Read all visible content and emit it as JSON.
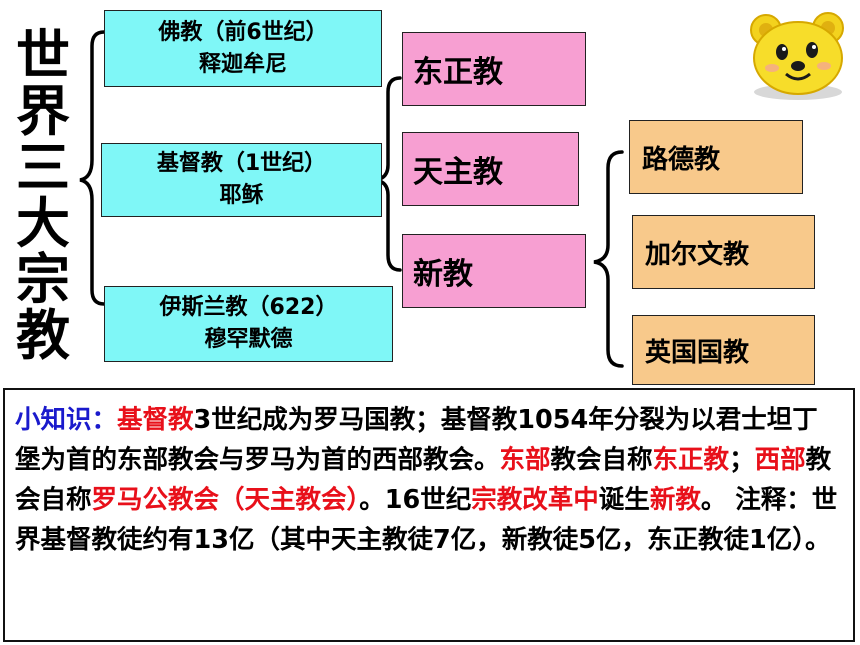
{
  "title_chars": [
    "世",
    "界",
    "三",
    "大",
    "宗",
    "教"
  ],
  "religions": [
    {
      "name": "佛教（前6世纪）",
      "founder": "释迦牟尼"
    },
    {
      "name": "基督教（1世纪）",
      "founder": "耶稣"
    },
    {
      "name": "伊斯兰教（622）",
      "founder": "穆罕默德"
    }
  ],
  "branches": [
    "东正教",
    "天主教",
    "新教"
  ],
  "protestant_branches": [
    "路德教",
    "加尔文教",
    "英国国教"
  ],
  "note": {
    "label": "小知识：",
    "s1_red": "基督教",
    "s2": "3世纪成为罗马国教；基督教1054年分裂为以君士坦丁堡为首的东部教会与罗马为首的西部教会。",
    "s3_red": "东部",
    "s4": "教会自称",
    "s5_red": "东正教",
    "s6": "；",
    "s7_red": "西部",
    "s8": "教会自称",
    "s9_red": "罗马公教会（天主教会）",
    "s10": "。16世纪",
    "s11_red": "宗教改革中",
    "s12": "诞生",
    "s13_red": "新教",
    "s14": "。 注释：世界基督教徒约有13亿（其中天主教徒7亿，新教徒5亿，东正教徒1亿）。"
  },
  "colors": {
    "cyan": "#7ff7f7",
    "pink": "#f79fd2",
    "tan": "#f8c98b",
    "red": "#e8101a",
    "blue": "#1a1acc"
  },
  "icons": {
    "mascot": "yellow-bear-face"
  }
}
